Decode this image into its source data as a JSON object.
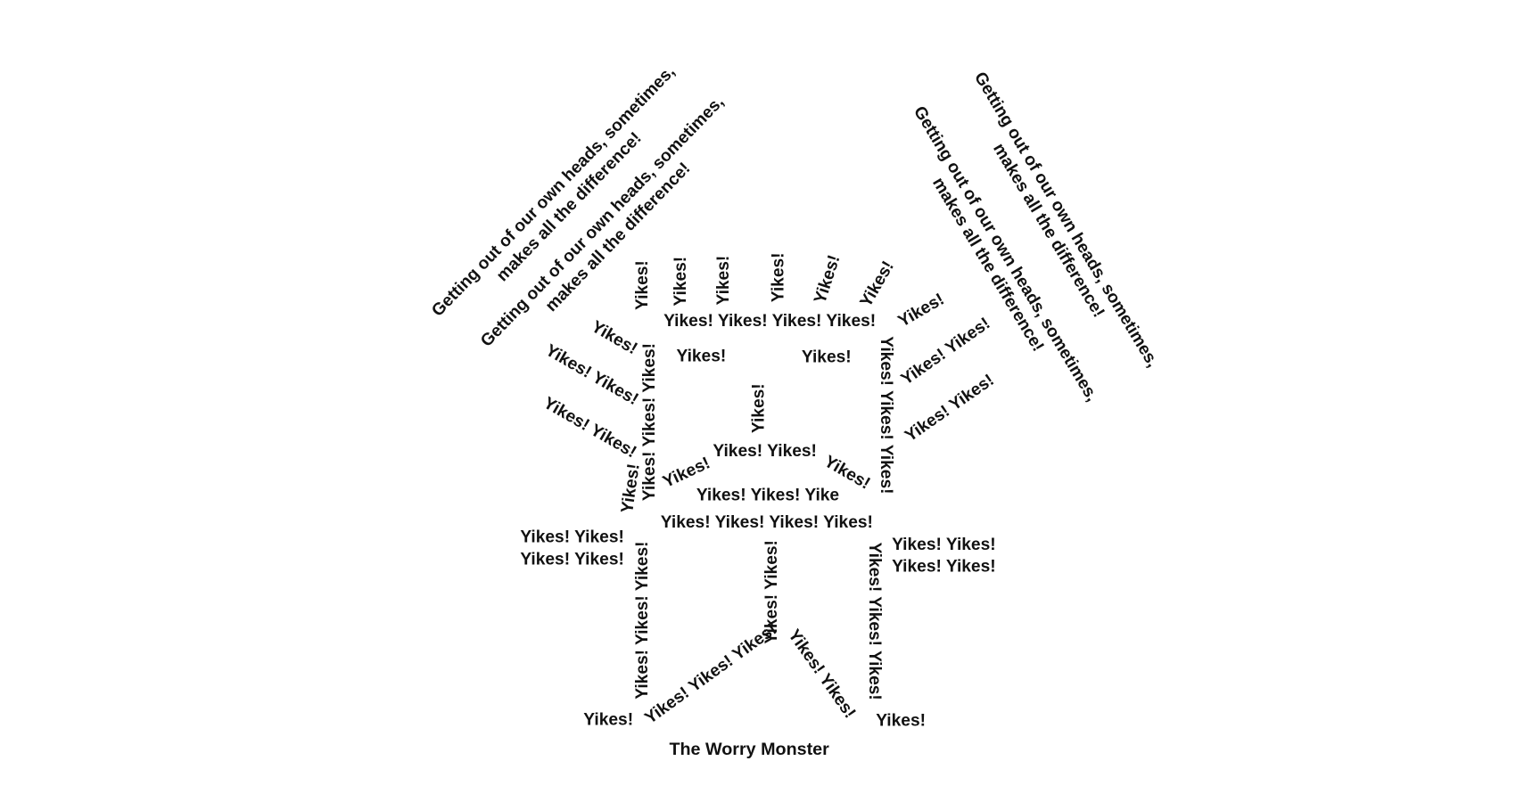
{
  "quote": {
    "line1": "Getting out of our own heads, sometimes,",
    "line2": "makes all the difference!"
  },
  "yikes": {
    "one": "Yikes!",
    "two": "Yikes! Yikes!",
    "three": "Yikes! Yikes! Yikes!",
    "four": "Yikes! Yikes! Yikes! Yikes!",
    "mouth_lower": "Yikes! Yikes! Yike"
  },
  "title": "The Worry Monster",
  "colors": {
    "text": "#111111",
    "background": "#ffffff"
  }
}
